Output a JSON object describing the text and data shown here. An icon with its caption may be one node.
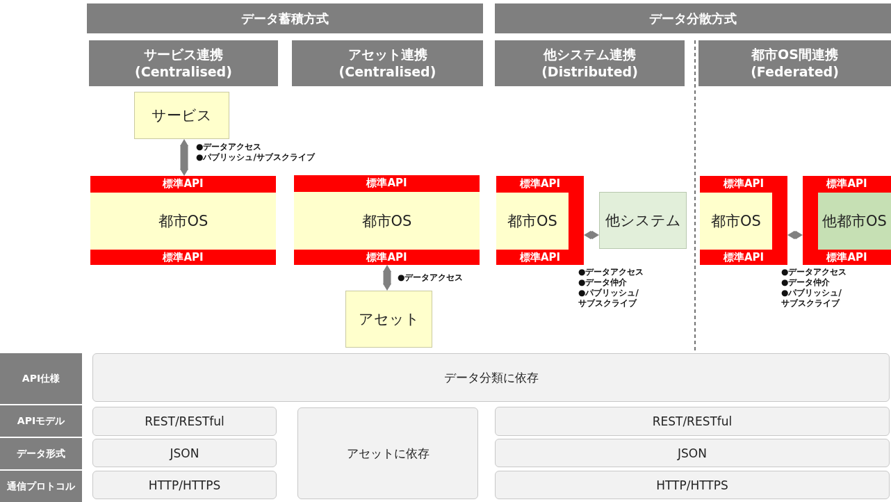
{
  "diagram": {
    "nodes": [
      {
        "text": [
          "データ蓄積方式"
        ]
      },
      {
        "text": [
          "データ分散方式"
        ]
      },
      {
        "text": [
          "サービス連携 (Centralised)"
        ]
      },
      {
        "text": [
          "アセット連携 (Centralised)"
        ]
      },
      {
        "text": [
          "他システム連携 (Distributed)"
        ]
      },
      {
        "text": [
          "都市OS間連携 (Federated)"
        ]
      },
      {
        "text": [
          "サービス"
        ]
      },
      {
        "text": [
          "標準API",
          "都市OS",
          "標準API"
        ]
      },
      {
        "text": [
          "標準API",
          "都市OS",
          "標準API"
        ]
      },
      {
        "text": [
          "アセット"
        ]
      },
      {
        "text": [
          "標準API",
          "都市OS",
          "標準API"
        ]
      },
      {
        "text": [
          "他システム"
        ]
      },
      {
        "text": [
          "標準API",
          "都市OS",
          "標準API"
        ]
      },
      {
        "text": [
          "標準API",
          "他都市OS",
          "標準API"
        ]
      },
      {
        "text": [
          "API仕様"
        ]
      },
      {
        "text": [
          "データ分類に依存"
        ]
      },
      {
        "text": [
          "APIモデル"
        ]
      },
      {
        "text": [
          "REST/RESTful"
        ]
      },
      {
        "text": [
          "アセットに依存"
        ]
      },
      {
        "text": [
          "REST/RESTful"
        ]
      },
      {
        "text": [
          "データ形式"
        ]
      },
      {
        "text": [
          "JSON"
        ]
      },
      {
        "text": [
          "JSON"
        ]
      },
      {
        "text": [
          "通信プロトコル"
        ]
      },
      {
        "text": [
          "HTTP/HTTPS"
        ]
      },
      {
        "text": [
          "HTTP/HTTPS"
        ]
      }
    ],
    "edges": [
      {
        "from": 6,
        "to": 7,
        "arrow": "both",
        "label": "●データアクセス ●パブリッシュ/サブスクライブ"
      },
      {
        "from": 8,
        "to": 9,
        "arrow": "both",
        "label": "●データアクセス"
      },
      {
        "from": 10,
        "to": 11,
        "arrow": "both",
        "label": "●データアクセス ●データ仲介 ●パブリッシュ/サブスクライブ"
      },
      {
        "from": 12,
        "to": 13,
        "arrow": "both",
        "label": "●データアクセス ●データ仲介 ●パブリッシュ/サブスクライブ"
      }
    ]
  }
}
